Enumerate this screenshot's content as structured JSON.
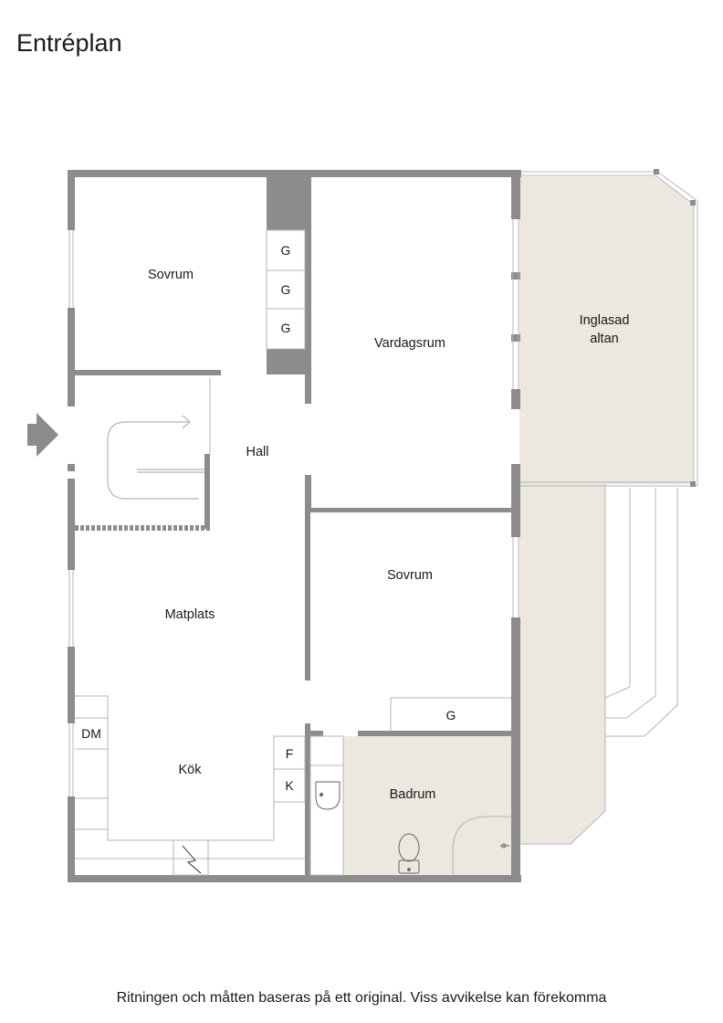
{
  "title": "Entréplan",
  "rooms": {
    "sovrum_top": "Sovrum",
    "vardagsrum": "Vardagsrum",
    "altan_line1": "Inglasad",
    "altan_line2": "altan",
    "hall": "Hall",
    "sovrum_mid": "Sovrum",
    "matplats": "Matplats",
    "kok": "Kök",
    "badrum": "Badrum"
  },
  "fixtures": {
    "wardrobe_1": "G",
    "wardrobe_2": "G",
    "wardrobe_3": "G",
    "wardrobe_bottom": "G",
    "dishwasher": "DM",
    "freezer": "F",
    "fridge": "K"
  },
  "icons": [
    "entrance-arrow-icon",
    "stairs-arrow-icon",
    "stove-icon",
    "sink-icon",
    "toilet-icon",
    "shower-drain-icon"
  ],
  "colors": {
    "wall": "#8c8c8c",
    "altan_fill": "#ece7df",
    "badrum_fill": "#ece7df",
    "line": "#b5b5b5"
  },
  "footer_note": "Ritningen och måtten baseras på ett original. Viss avvikelse kan förekomma"
}
